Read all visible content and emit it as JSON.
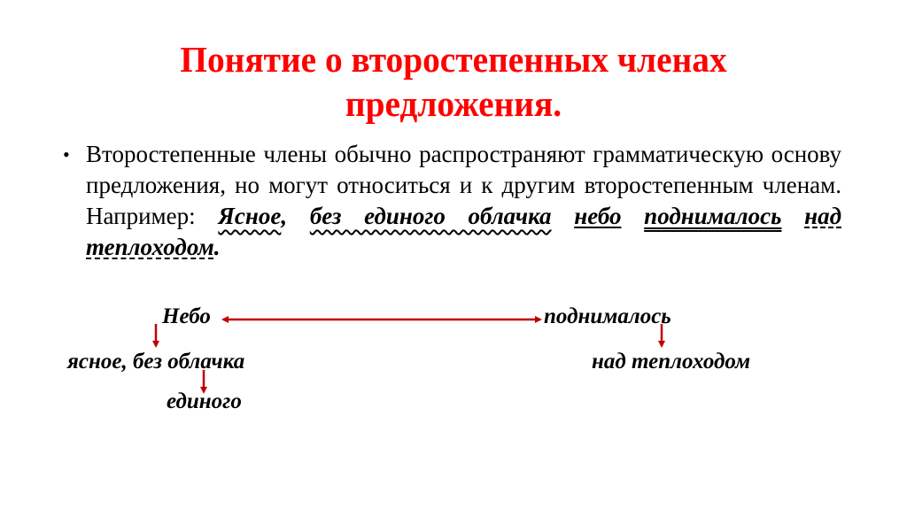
{
  "slide": {
    "title_line1": "Понятие о второстепенных членах",
    "title_line2": "предложения.",
    "title_color": "#ff0000",
    "bullet_icon": "•",
    "paragraph": {
      "intro": "Второстепенные члены обычно распространяют грамматическую основу предложения, но могут относиться и к другим второстепенным членам. Например: ",
      "example": {
        "w1": "Ясное",
        "sep1": ", ",
        "w2": "без единого облачка",
        "sep2": " ",
        "w3": "небо",
        "sep3": " ",
        "w4": "поднималось",
        "sep4": " ",
        "w5": "над теплоходом",
        "end": "."
      }
    },
    "diagram": {
      "subject": "Небо",
      "predicate": "поднималось",
      "subject_dependents": "ясное, без облачка",
      "nested_dependent": "единого",
      "predicate_dependent": "над теплоходом",
      "arrow_color": "#c00000"
    }
  }
}
